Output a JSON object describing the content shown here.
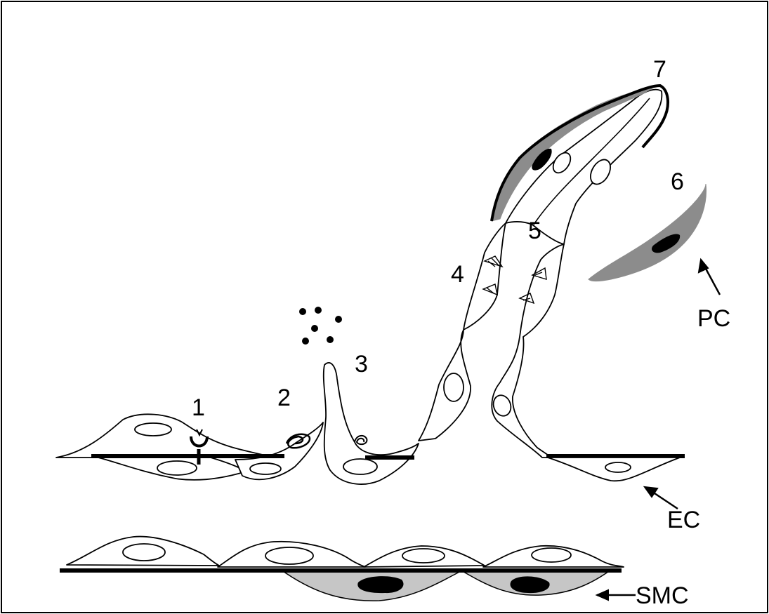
{
  "diagram": {
    "step_labels": [
      "1",
      "2",
      "3",
      "4",
      "5",
      "6",
      "7"
    ],
    "cell_labels": {
      "pericyte": "PC",
      "endothelial": "EC",
      "smooth_muscle": "SMC"
    },
    "colors": {
      "line": "#000000",
      "pericyte_fill": "#8c8c8c",
      "smc_fill": "#c6c6c6",
      "nucleus_dark": "#000000"
    }
  }
}
